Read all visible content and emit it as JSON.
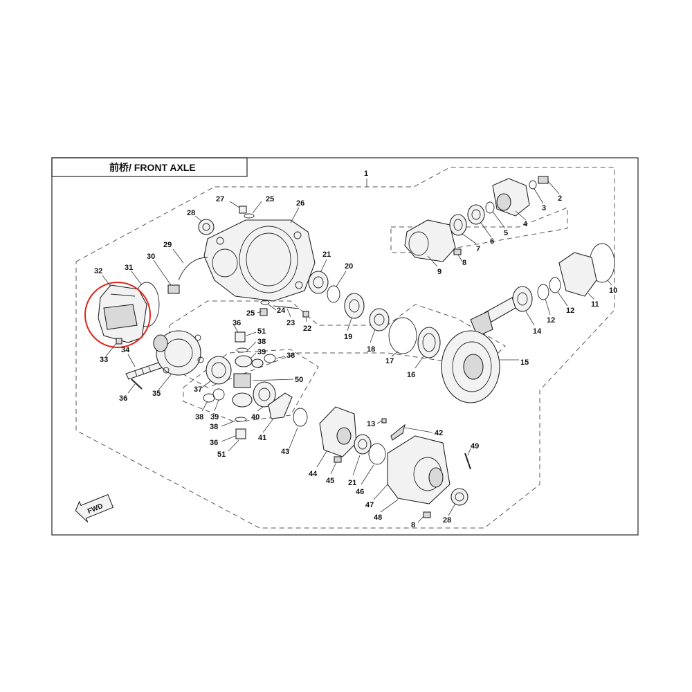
{
  "title": "前桥/ FRONT AXLE",
  "highlight_color": "#e0241c",
  "direction_label": "FWD",
  "part_labels": {
    "p1": "1",
    "p2": "2",
    "p3": "3",
    "p4": "4",
    "p5": "5",
    "p6": "6",
    "p7": "7",
    "p8a": "8",
    "p8b": "8",
    "p9": "9",
    "p10": "10",
    "p11": "11",
    "p12a": "12",
    "p12b": "12",
    "p13": "13",
    "p14": "14",
    "p15": "15",
    "p16": "16",
    "p17": "17",
    "p18": "18",
    "p19": "19",
    "p20": "20",
    "p21a": "21",
    "p21b": "21",
    "p22": "22",
    "p23": "23",
    "p24": "24",
    "p25a": "25",
    "p25b": "25",
    "p26": "26",
    "p27": "27",
    "p28a": "28",
    "p28b": "28",
    "p29": "29",
    "p30": "30",
    "p31": "31",
    "p32": "32",
    "p33": "33",
    "p34": "34",
    "p35": "35",
    "p36a": "36",
    "p36b": "36",
    "p36c": "36",
    "p37": "37",
    "p38a": "38",
    "p38b": "38",
    "p38c": "38",
    "p38d": "38",
    "p39a": "39",
    "p39b": "39",
    "p40": "40",
    "p41": "41",
    "p42": "42",
    "p43": "43",
    "p44": "44",
    "p45": "45",
    "p46": "46",
    "p47": "47",
    "p48": "48",
    "p49": "49",
    "p50": "50",
    "p51a": "51",
    "p51b": "51"
  }
}
